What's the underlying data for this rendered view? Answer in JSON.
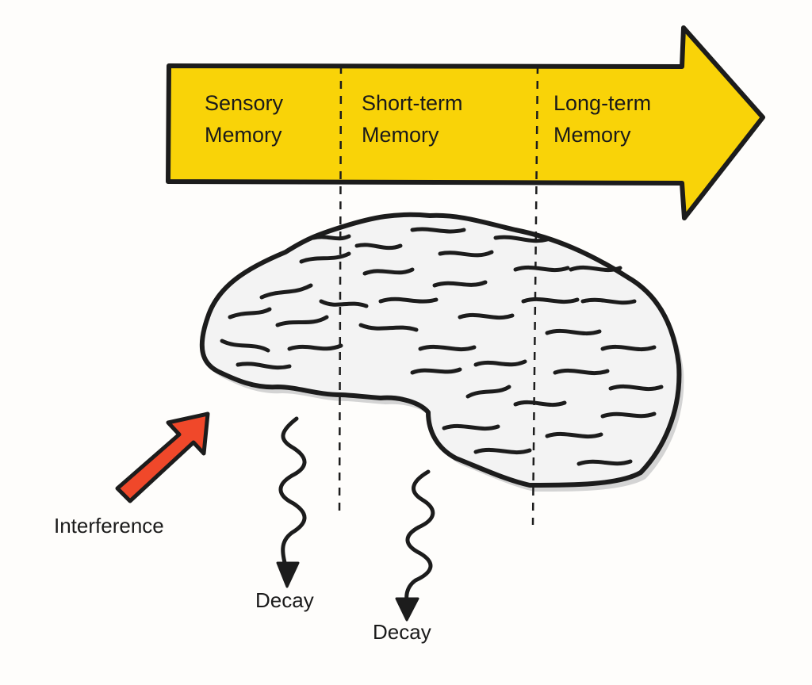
{
  "stages": [
    {
      "line1": "Sensory",
      "line2": "Memory"
    },
    {
      "line1": "Short-term",
      "line2": "Memory"
    },
    {
      "line1": "Long-term",
      "line2": "Memory"
    }
  ],
  "interference": {
    "label": "Interference"
  },
  "decay": [
    {
      "label": "Decay"
    },
    {
      "label": "Decay"
    }
  ],
  "colors": {
    "arrow_fill": "#f9d308",
    "interference_fill": "#f0482a",
    "outline": "#1c1c1c",
    "brain_shadow": "#d4d4d4"
  }
}
